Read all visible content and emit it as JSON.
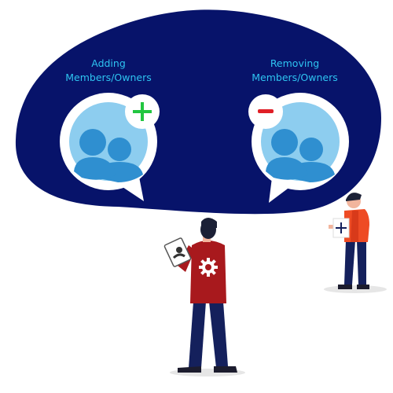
{
  "adding": {
    "line1": "Adding",
    "line2": "Members/Owners"
  },
  "removing": {
    "line1": "Removing",
    "line2": "Members/Owners"
  },
  "colors": {
    "cloud": "#07136a",
    "label_text": "#2ec4f1",
    "bubble_fill": "#8dcdef",
    "avatar": "#2f8fd0",
    "plus_sign": "#22c640",
    "minus_sign": "#e01f26",
    "shirt_red": "#a8191d",
    "pants_navy": "#14205c",
    "vest_orange": "#ee4b24"
  },
  "icons": [
    "plus-icon",
    "minus-icon",
    "group-avatar-icon",
    "gear-icon",
    "clipboard-icon"
  ]
}
